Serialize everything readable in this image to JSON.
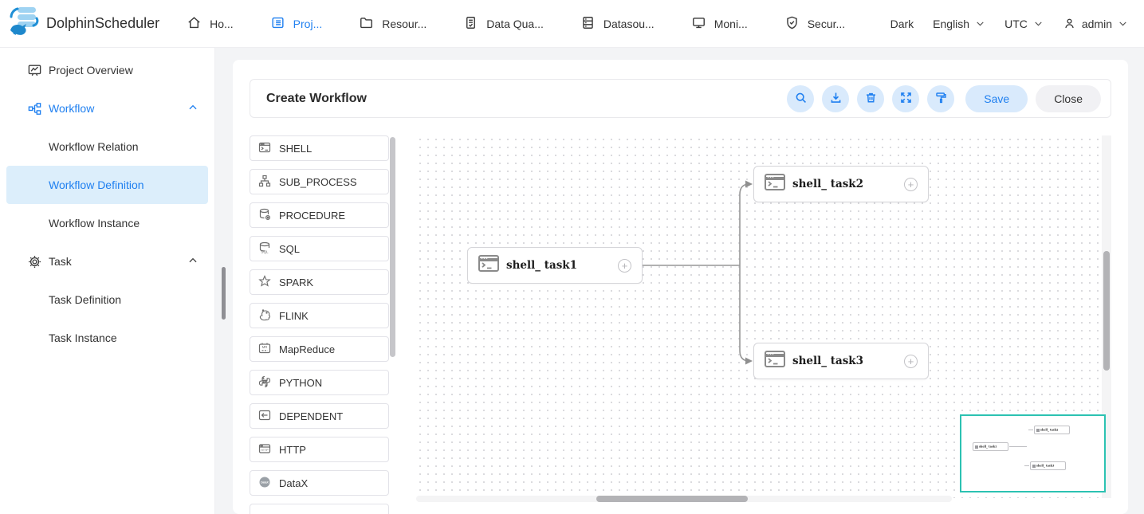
{
  "navbar": {
    "brand": "DolphinScheduler",
    "items": [
      {
        "label": "Ho...",
        "icon": "home-icon",
        "active": false
      },
      {
        "label": "Proj...",
        "icon": "project-icon",
        "active": true
      },
      {
        "label": "Resour...",
        "icon": "resources-icon",
        "active": false
      },
      {
        "label": "Data Qua...",
        "icon": "data-quality-icon",
        "active": false
      },
      {
        "label": "Datasou...",
        "icon": "datasource-icon",
        "active": false
      },
      {
        "label": "Moni...",
        "icon": "monitor-icon",
        "active": false
      },
      {
        "label": "Secur...",
        "icon": "security-icon",
        "active": false
      }
    ],
    "theme_toggle": "Dark",
    "language": "English",
    "timezone": "UTC",
    "username": "admin"
  },
  "sidebar": {
    "items": [
      {
        "label": "Project Overview",
        "icon": "overview-icon"
      },
      {
        "label": "Workflow",
        "icon": "workflow-icon",
        "expanded": true,
        "active": true
      },
      {
        "label": "Workflow Relation"
      },
      {
        "label": "Workflow Definition",
        "selected": true
      },
      {
        "label": "Workflow Instance"
      },
      {
        "label": "Task",
        "icon": "gear-icon",
        "expanded": true
      },
      {
        "label": "Task Definition"
      },
      {
        "label": "Task Instance"
      }
    ]
  },
  "editor": {
    "title": "Create Workflow",
    "toolbar": {
      "icons": [
        "search-icon",
        "download-icon",
        "delete-icon",
        "fullscreen-icon",
        "format-icon"
      ],
      "save_label": "Save",
      "close_label": "Close"
    },
    "palette": [
      "SHELL",
      "SUB_PROCESS",
      "PROCEDURE",
      "SQL",
      "SPARK",
      "FLINK",
      "MapReduce",
      "PYTHON",
      "DEPENDENT",
      "HTTP",
      "DataX"
    ],
    "canvas": {
      "nodes": [
        {
          "label": "shell_ task1"
        },
        {
          "label": "shell_ task2"
        },
        {
          "label": "shell_ task3"
        }
      ],
      "edges": [
        {
          "from": "shell_ task1",
          "to": "shell_ task2"
        },
        {
          "from": "shell_ task1",
          "to": "shell_ task3"
        }
      ]
    }
  },
  "colors": {
    "primary": "#2080f0",
    "primary_light": "#d9eafc",
    "sidebar_selected_bg": "#dceefb",
    "minimap_border": "#2cc2b2",
    "edge": "#979797"
  }
}
